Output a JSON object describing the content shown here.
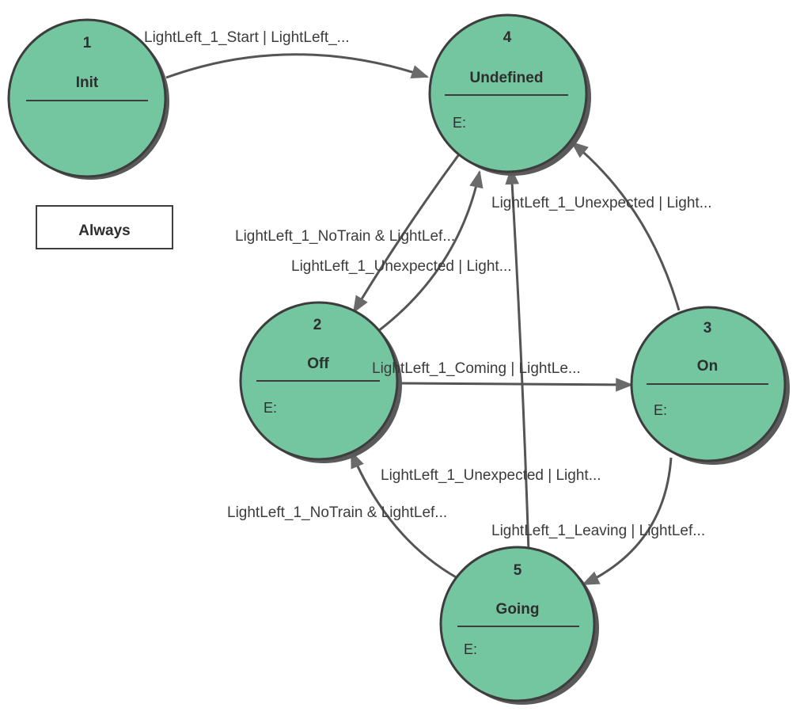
{
  "colors": {
    "state_fill": "#73c69f",
    "state_stroke": "#3d3d3d",
    "edge": "#555555",
    "label_text": "#3c3c3c"
  },
  "note": {
    "text": "Always"
  },
  "states": {
    "init": {
      "number": "1",
      "name": "Init",
      "entry": ""
    },
    "off": {
      "number": "2",
      "name": "Off",
      "entry": "E:"
    },
    "on": {
      "number": "3",
      "name": "On",
      "entry": "E:"
    },
    "undefined": {
      "number": "4",
      "name": "Undefined",
      "entry": "E:"
    },
    "going": {
      "number": "5",
      "name": "Going",
      "entry": "E:"
    }
  },
  "transitions": {
    "init_to_undefined": {
      "label": "LightLeft_1_Start | LightLeft_..."
    },
    "undefined_to_off": {
      "label": "LightLeft_1_NoTrain & LightLef..."
    },
    "off_to_undefined": {
      "label": "LightLeft_1_Unexpected | Light..."
    },
    "on_to_undefined": {
      "label": "LightLeft_1_Unexpected | Light..."
    },
    "off_to_on": {
      "label": "LightLeft_1_Coming | LightLe..."
    },
    "going_to_undefined": {
      "label": "LightLeft_1_Unexpected | Light..."
    },
    "going_to_off": {
      "label": "LightLeft_1_NoTrain & LightLef..."
    },
    "on_to_going": {
      "label": "LightLeft_1_Leaving | LightLef..."
    }
  }
}
